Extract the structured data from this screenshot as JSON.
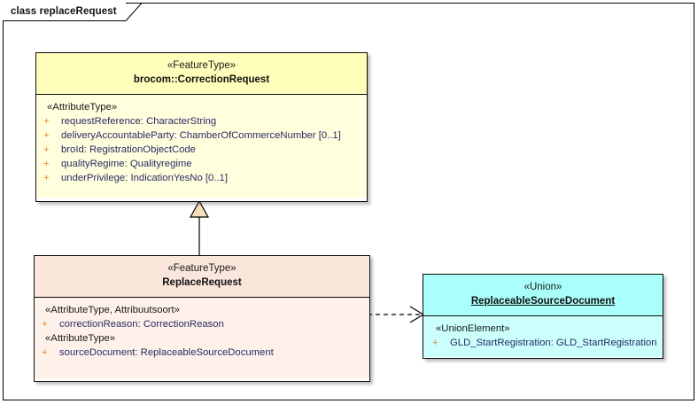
{
  "diagram": {
    "title": "class replaceRequest",
    "background": "#ffffff",
    "frame_color": "#000000"
  },
  "classes": [
    {
      "id": "correction-request",
      "stereotype": "«FeatureType»",
      "name": "brocom::CorrectionRequest",
      "name_underlined": false,
      "header_color": "#ffffbb",
      "body_color": "#ffffdd",
      "groups": [
        {
          "stereotype": "«AttributeType»",
          "attributes": [
            {
              "visibility": "+",
              "text": "requestReference: CharacterString"
            },
            {
              "visibility": "+",
              "text": "deliveryAccountableParty: ChamberOfCommerceNumber [0..1]"
            },
            {
              "visibility": "+",
              "text": "broId: RegistrationObjectCode"
            },
            {
              "visibility": "+",
              "text": "qualityRegime: Qualityregime"
            },
            {
              "visibility": "+",
              "text": "underPrivilege: IndicationYesNo [0..1]"
            }
          ]
        }
      ]
    },
    {
      "id": "replace-request",
      "stereotype": "«FeatureType»",
      "name": "ReplaceRequest",
      "name_underlined": false,
      "header_color": "#fae6da",
      "body_color": "#fdf1e9",
      "groups": [
        {
          "stereotype": "«AttributeType, Attribuutsoort»",
          "attributes": [
            {
              "visibility": "+",
              "text": "correctionReason: CorrectionReason"
            }
          ]
        },
        {
          "stereotype": "«AttributeType»",
          "attributes": [
            {
              "visibility": "+",
              "text": "sourceDocument: ReplaceableSourceDocument"
            }
          ]
        }
      ]
    },
    {
      "id": "replaceable-source-document",
      "stereotype": "«Union»",
      "name": "ReplaceableSourceDocument",
      "name_underlined": true,
      "header_color": "#aafffa",
      "body_color": "#cafffb",
      "groups": [
        {
          "stereotype": "«UnionElement»",
          "attributes": [
            {
              "visibility": "+",
              "text": "GLD_StartRegistration: GLD_StartRegistration"
            }
          ]
        }
      ]
    }
  ],
  "connectors": [
    {
      "id": "generalization",
      "type": "generalization",
      "from": "ReplaceRequest",
      "to": "brocom::CorrectionRequest",
      "line_style": "solid",
      "arrowhead": "hollow-triangle"
    },
    {
      "id": "dependency",
      "type": "dependency",
      "from": "ReplaceRequest",
      "to": "ReplaceableSourceDocument",
      "line_style": "dashed",
      "arrowhead": "open-arrow"
    }
  ],
  "colors": {
    "attribute_text": "#2a2a66",
    "visibility_plus": "#dd8a2e",
    "stereotype_text": "#1a1a1a",
    "line": "#000000"
  }
}
